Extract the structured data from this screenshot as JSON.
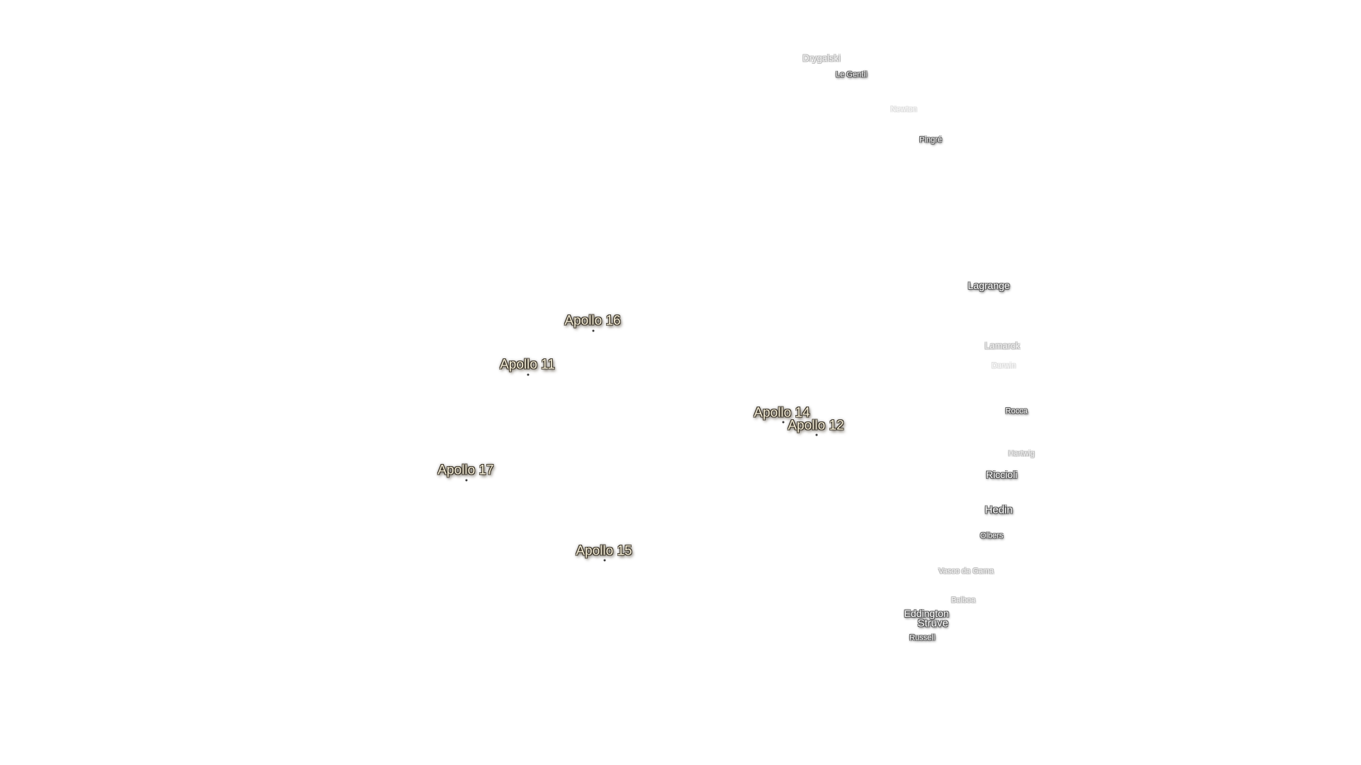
{
  "map": {
    "landing_sites": [
      {
        "label": "Apollo 16"
      },
      {
        "label": "Apollo 11"
      },
      {
        "label": "Apollo 14"
      },
      {
        "label": "Apollo 12"
      },
      {
        "label": "Apollo 17"
      },
      {
        "label": "Apollo 15"
      }
    ],
    "craters": [
      {
        "label": "Drygalski"
      },
      {
        "label": "Le Gentil"
      },
      {
        "label": "Newton"
      },
      {
        "label": "Pingré"
      },
      {
        "label": "Lagrange"
      },
      {
        "label": "Lamarck"
      },
      {
        "label": "Darwin"
      },
      {
        "label": "Rocca"
      },
      {
        "label": "Hartwig"
      },
      {
        "label": "Riccioli"
      },
      {
        "label": "Hedin"
      },
      {
        "label": "Olbers"
      },
      {
        "label": "Vasco da Gama"
      },
      {
        "label": "Balboa"
      },
      {
        "label": "Eddington"
      },
      {
        "label": "Struve"
      },
      {
        "label": "Russell"
      }
    ],
    "colors": {
      "background": "#ffffff",
      "site_text": "#f3ecd6",
      "site_halo": "#3b3428",
      "crater_text": "#ffffff",
      "crater_halo": "#555555"
    }
  }
}
